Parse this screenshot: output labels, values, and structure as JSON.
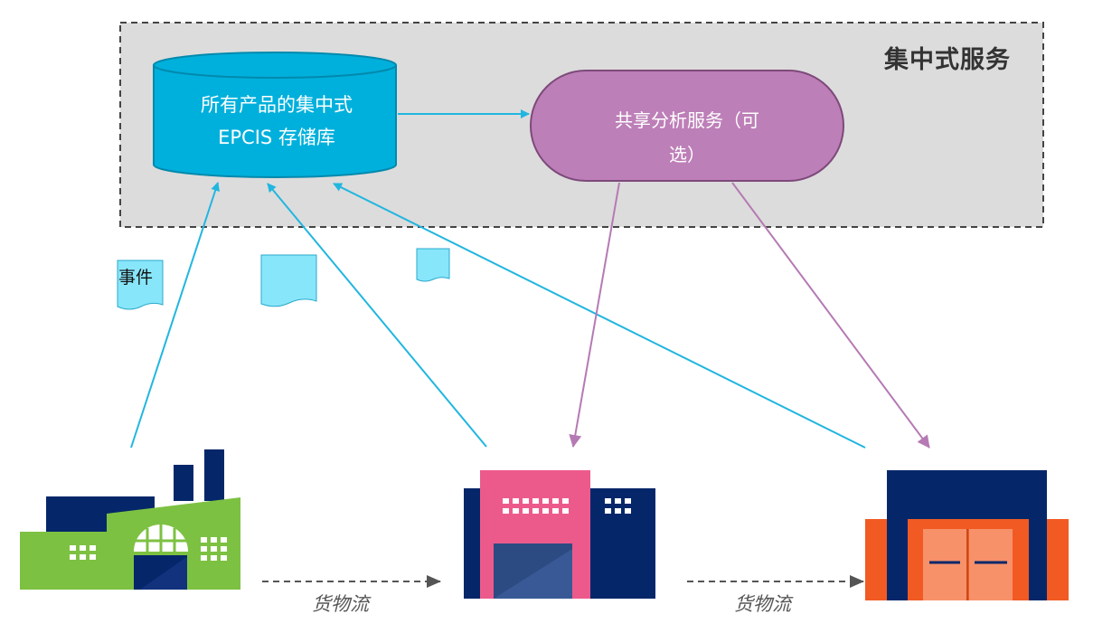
{
  "central_services": {
    "title": "集中式服务",
    "repository": {
      "line1": "所有产品的集中式",
      "line2": "EPCIS 存储库"
    },
    "analytics": {
      "line1": "共享分析服务（可",
      "line2": "选）"
    }
  },
  "events": {
    "label": "事件"
  },
  "goods_flow": {
    "labels": [
      "货物流",
      "货物流"
    ]
  },
  "colors": {
    "central_box_fill": "#dcdcdc",
    "central_box_border": "#444444",
    "repository": "#00b0dc",
    "analytics": "#bd7fb8",
    "event_arrow": "#21b6e0",
    "analytics_arrow": "#b57ab4",
    "document": "#88e6fa",
    "factory_green": "#7dc142",
    "navy": "#05276a",
    "pink": "#ec5a8c",
    "orange": "#f15a22",
    "goods_flow_arrow": "#555555"
  },
  "icons": {
    "factory": "factory-icon",
    "distribution_center": "distribution-center-icon",
    "retail_store": "retail-store-icon",
    "document": "document-icon",
    "database": "database-cylinder-icon"
  }
}
